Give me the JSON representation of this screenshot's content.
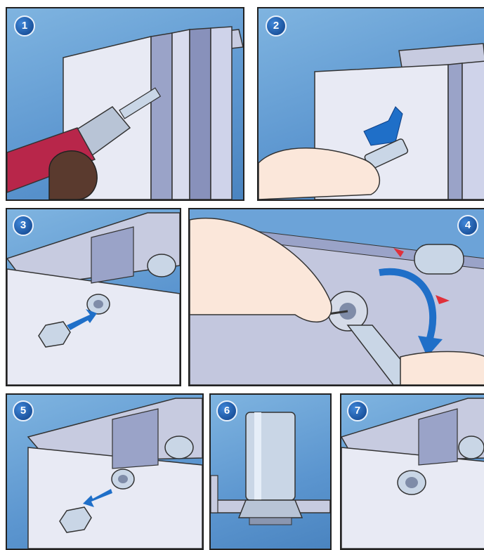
{
  "steps": [
    {
      "number": "1"
    },
    {
      "number": "2"
    },
    {
      "number": "3"
    },
    {
      "number": "4"
    },
    {
      "number": "5"
    },
    {
      "number": "6"
    },
    {
      "number": "7"
    }
  ],
  "colors": {
    "background_blue": "#5b95cf",
    "badge_blue": "#0d3f86",
    "profile_white": "#e8eaf4",
    "profile_shadow": "#9aa3c8",
    "metal": "#c9d6e6",
    "arrow_blue": "#1f6fc8",
    "arrow_red": "#e0303a",
    "drill_red": "#b8264a",
    "skin": "#fbe7da"
  }
}
